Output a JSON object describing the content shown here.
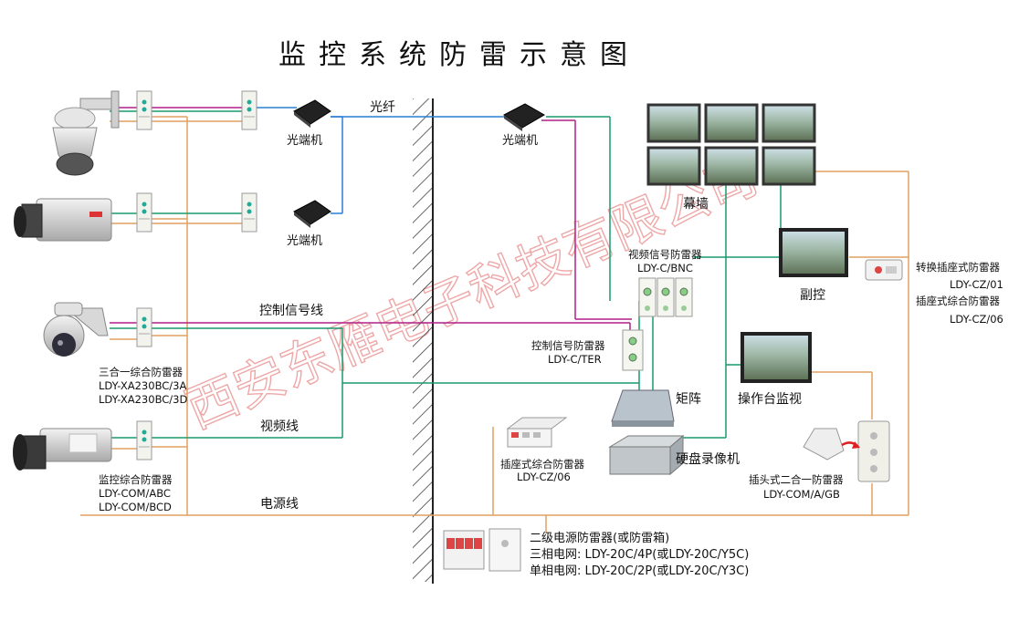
{
  "title": "监控系统防雷示意图",
  "watermark": "西安东雁电子科技有限公司",
  "lines": {
    "fiber": "光纤",
    "control": "控制信号线",
    "video": "视频线",
    "power": "电源线"
  },
  "colors": {
    "video_line": "#1a9a6c",
    "power_line": "#e0a060",
    "control_line": "#b0208a",
    "fiber_line": "#2a7fd4"
  },
  "devices": {
    "optical_1": "光端机",
    "optical_2": "光端机",
    "optical_3": "光端机",
    "video_wall": "幕墙",
    "sub_control": "副控",
    "console_monitor": "操作台监视",
    "matrix": "矩阵",
    "dvr": "硬盘录像机"
  },
  "protectors": {
    "triple": {
      "name": "三合一综合防雷器",
      "models": [
        "LDY-XA230BC/3A",
        "LDY-XA230BC/3D"
      ]
    },
    "monitor": {
      "name": "监控综合防雷器",
      "models": [
        "LDY-COM/ABC",
        "LDY-COM/BCD"
      ]
    },
    "video_signal": {
      "name": "视频信号防雷器",
      "model": "LDY-C/BNC"
    },
    "control_signal": {
      "name": "控制信号防雷器",
      "model": "LDY-C/TER"
    },
    "socket": {
      "name": "插座式综合防雷器",
      "model": "LDY-CZ/06"
    },
    "adapter": {
      "name": "转换插座式防雷器",
      "model": "LDY-CZ/01"
    },
    "socket_right": {
      "name": "插座式综合防雷器",
      "model": "LDY-CZ/06"
    },
    "plug": {
      "name": "插头式二合一防雷器",
      "model": "LDY-COM/A/GB"
    }
  },
  "power_protector": {
    "title": "二级电源防雷器(或防雷箱)",
    "three_phase": "三相电网: LDY-20C/4P(或LDY-20C/Y5C)",
    "single_phase": "单相电网: LDY-20C/2P(或LDY-20C/Y3C)"
  }
}
